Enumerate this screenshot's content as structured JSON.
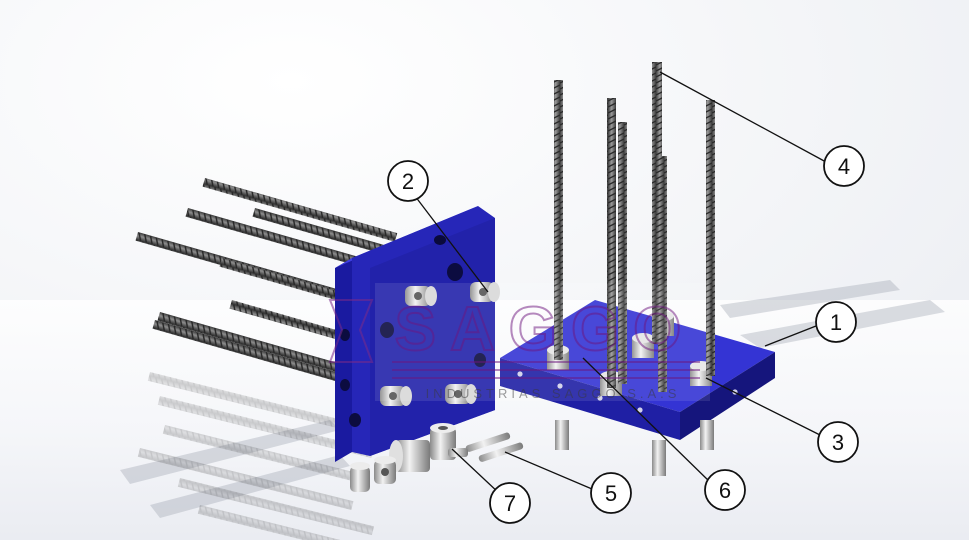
{
  "watermark": {
    "brand": "SAGGO",
    "subtitle": "INDUSTRIAS SAGGO S.A.S"
  },
  "callouts": [
    {
      "label": "1"
    },
    {
      "label": "2"
    },
    {
      "label": "3"
    },
    {
      "label": "4"
    },
    {
      "label": "5"
    },
    {
      "label": "6"
    },
    {
      "label": "7"
    }
  ],
  "colors": {
    "plate": "#2a2ab8",
    "plate_dark": "#161680",
    "plate_light": "#3c3ce0",
    "rebar": "#5a5a5a",
    "steel": "#c8c8c8",
    "watermark": "#7a2a8a"
  }
}
